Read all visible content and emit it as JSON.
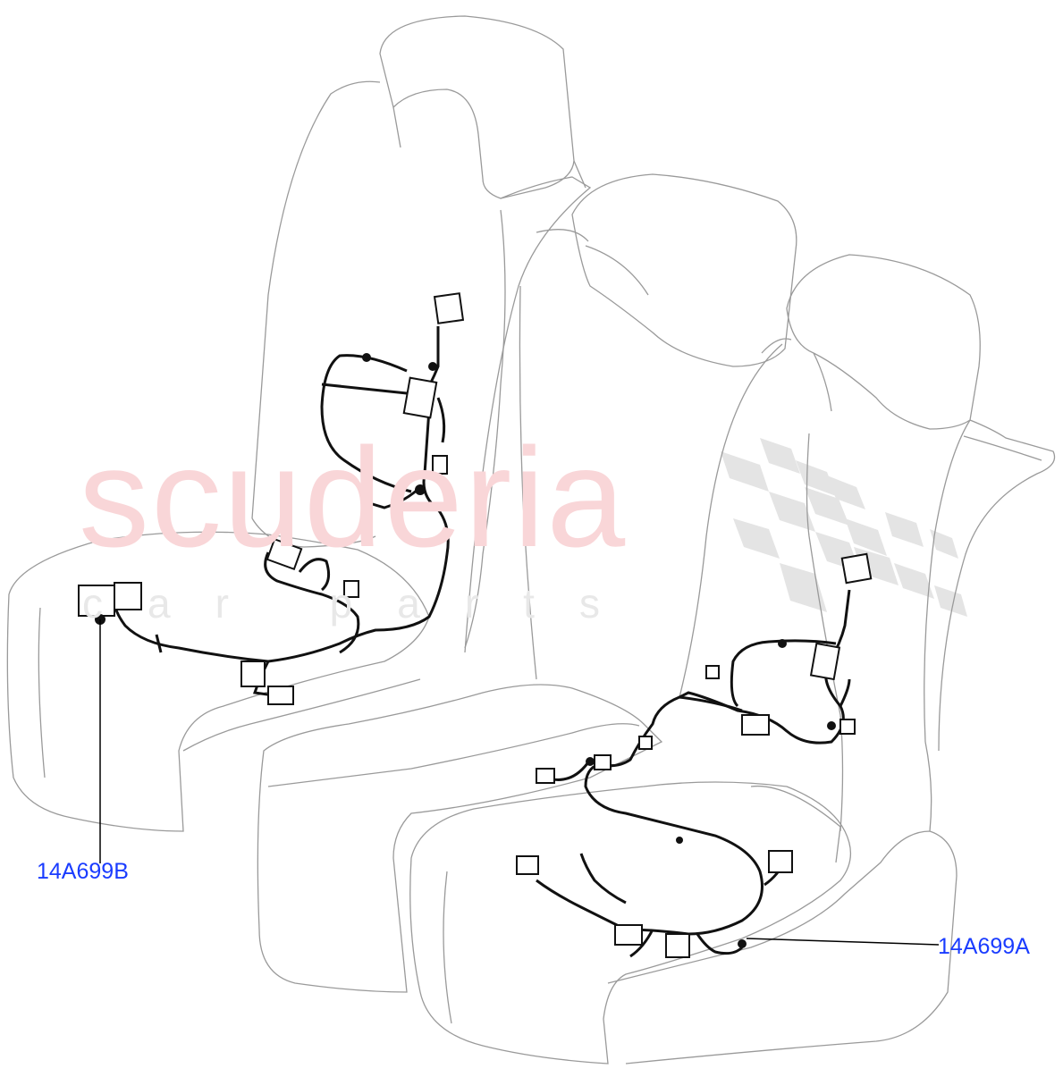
{
  "diagram": {
    "subject": "Rear seat wiring harness exploded view",
    "watermark": {
      "main_text": "scuderia",
      "sub_text": "car parts",
      "main_color": "#f9d6d8",
      "sub_color": "#e8e8e8",
      "checker_color": "#e4e4e4"
    },
    "callouts": [
      {
        "id": "left",
        "part_number": "14A699B",
        "color": "#1a3cff"
      },
      {
        "id": "right",
        "part_number": "14A699A",
        "color": "#1a3cff"
      }
    ],
    "colors": {
      "seat_outline": "#9a9a9a",
      "harness": "#111111",
      "leader_line": "#000000",
      "background": "#ffffff"
    }
  }
}
